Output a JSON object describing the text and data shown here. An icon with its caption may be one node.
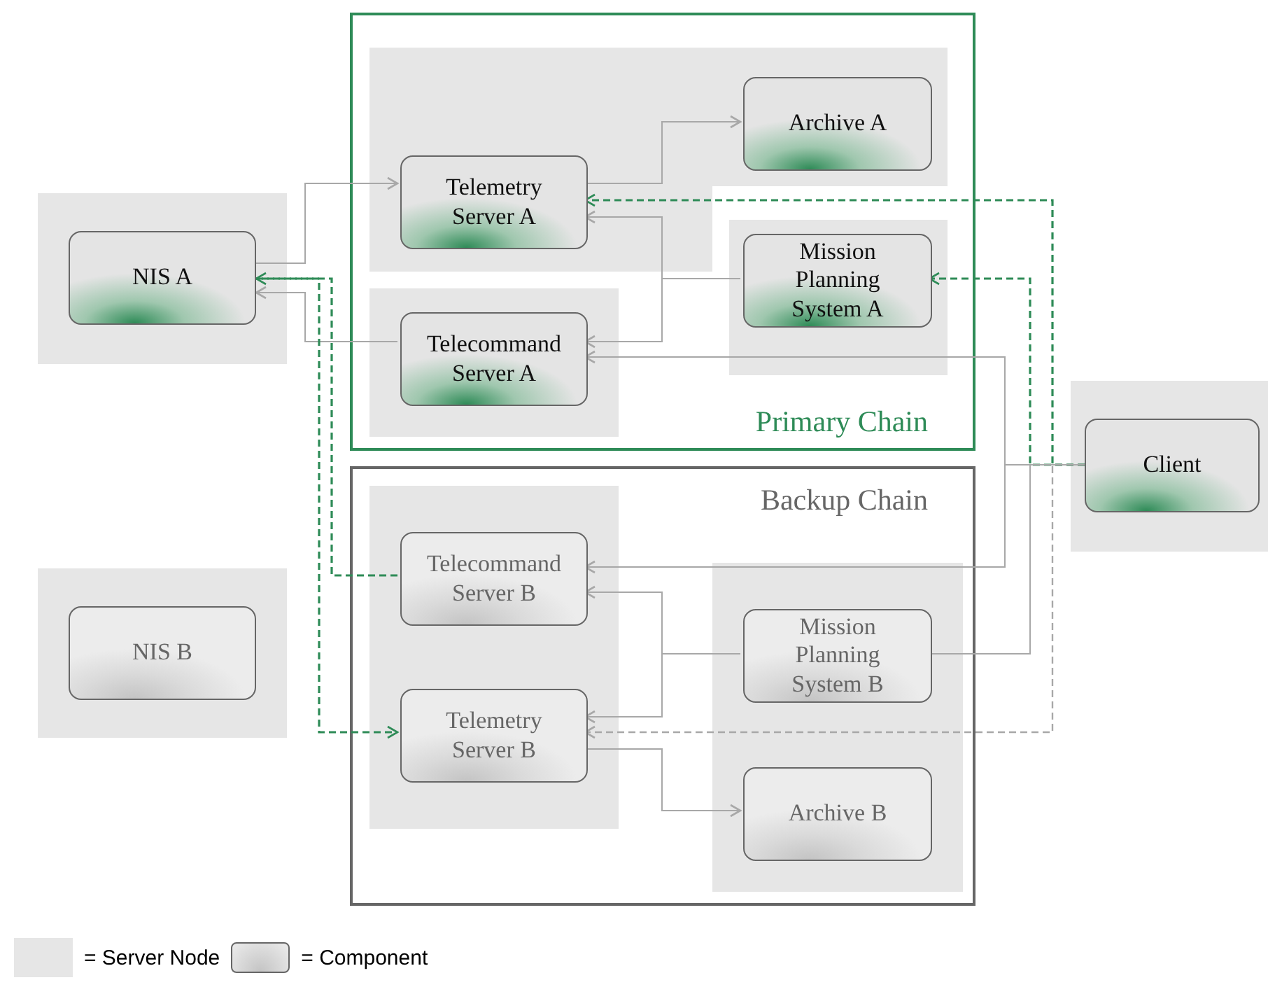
{
  "diagram": {
    "nodes": [
      {
        "text": [
          "Primary Chain"
        ]
      },
      {
        "text": [],
        "shape": "box",
        "in": 0
      },
      {
        "text": [
          "Telemetry Server A"
        ],
        "in": 1
      },
      {
        "text": [
          "Archive A"
        ],
        "in": 1
      },
      {
        "text": [],
        "shape": "box",
        "in": 0
      },
      {
        "text": [
          "Telecommand Server A"
        ],
        "in": 4
      },
      {
        "text": [],
        "shape": "box",
        "in": 0
      },
      {
        "text": [
          "Mission Planning System A"
        ],
        "in": 6
      },
      {
        "text": [],
        "shape": "box"
      },
      {
        "text": [
          "NIS A"
        ],
        "in": 8
      },
      {
        "text": [],
        "shape": "box"
      },
      {
        "text": [
          "Client"
        ],
        "in": 10
      },
      {
        "text": [
          "Backup Chain"
        ]
      },
      {
        "text": [],
        "shape": "box",
        "in": 12
      },
      {
        "text": [
          "Telecommand Server B"
        ],
        "in": 13
      },
      {
        "text": [
          "Telemetry Server B"
        ],
        "in": 13
      },
      {
        "text": [],
        "shape": "box",
        "in": 12
      },
      {
        "text": [
          "Mission Planning System B"
        ],
        "in": 16
      },
      {
        "text": [
          "Archive B"
        ],
        "in": 16
      },
      {
        "text": [],
        "shape": "box"
      },
      {
        "text": [
          "NIS B"
        ],
        "in": 19
      }
    ],
    "edges": [
      {
        "from": 9,
        "to": 2,
        "arrow": "to"
      },
      {
        "from": 5,
        "to": 9,
        "arrow": "to"
      },
      {
        "from": 2,
        "to": 3,
        "arrow": "to"
      },
      {
        "from": 7,
        "to": 2,
        "arrow": "to"
      },
      {
        "from": 7,
        "to": 5,
        "arrow": "to"
      },
      {
        "from": 11,
        "to": 2,
        "arrow": "to",
        "style": "dashed",
        "color": "#2e8b57"
      },
      {
        "from": 11,
        "to": 7,
        "arrow": "to",
        "style": "dashed",
        "color": "#2e8b57"
      },
      {
        "from": 14,
        "to": 9,
        "arrow": "to",
        "style": "dashed",
        "color": "#2e8b57"
      },
      {
        "from": 9,
        "to": 15,
        "arrow": "to",
        "style": "dashed",
        "color": "#2e8b57"
      },
      {
        "from": 11,
        "to": 5,
        "arrow": "to"
      },
      {
        "from": 11,
        "to": 14,
        "arrow": "to"
      },
      {
        "from": 11,
        "to": 17,
        "arrow": "none"
      },
      {
        "from": 11,
        "to": 15,
        "arrow": "to",
        "style": "dashed"
      },
      {
        "from": 17,
        "to": 14,
        "arrow": "to"
      },
      {
        "from": 17,
        "to": 15,
        "arrow": "to"
      },
      {
        "from": 15,
        "to": 18,
        "arrow": "to"
      }
    ],
    "legend": [
      {
        "text": "= Server Node",
        "color": "#e6e6e6"
      },
      {
        "text": "= Component"
      }
    ]
  }
}
